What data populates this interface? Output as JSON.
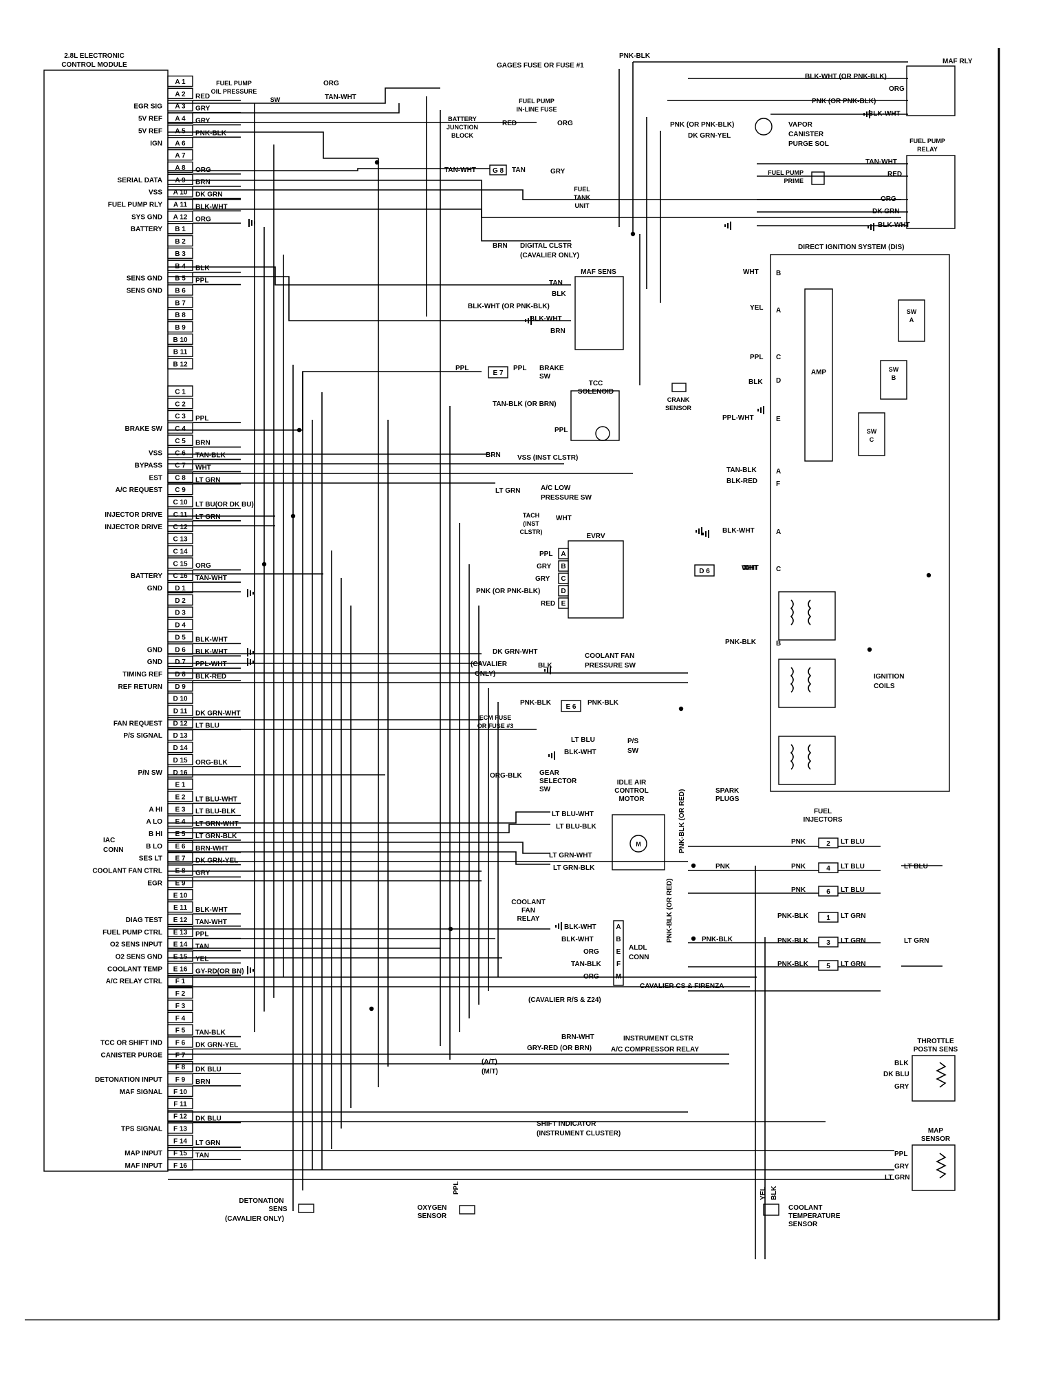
{
  "ecm": {
    "title": [
      "2.8L ELECTRONIC",
      "CONTROL MODULE"
    ],
    "rows": [
      {
        "pin": "A 1",
        "func": "",
        "wire": ""
      },
      {
        "pin": "A 2",
        "func": "",
        "wire": "RED"
      },
      {
        "pin": "A 3",
        "func": "EGR SIG",
        "wire": "GRY"
      },
      {
        "pin": "A 4",
        "func": "5V REF",
        "wire": "GRY"
      },
      {
        "pin": "A 5",
        "func": "5V REF",
        "wire": "PNK-BLK"
      },
      {
        "pin": "A 6",
        "func": "IGN",
        "wire": ""
      },
      {
        "pin": "A 7",
        "func": "",
        "wire": ""
      },
      {
        "pin": "A 8",
        "func": "",
        "wire": "ORG"
      },
      {
        "pin": "A 9",
        "func": "SERIAL DATA",
        "wire": "BRN"
      },
      {
        "pin": "A 10",
        "func": "VSS",
        "wire": "DK GRN"
      },
      {
        "pin": "A 11",
        "func": "FUEL PUMP RLY",
        "wire": "BLK-WHT"
      },
      {
        "pin": "A 12",
        "func": "SYS GND",
        "wire": "ORG"
      },
      {
        "pin": "B 1",
        "func": "BATTERY",
        "wire": ""
      },
      {
        "pin": "B 2",
        "func": "",
        "wire": ""
      },
      {
        "pin": "B 3",
        "func": "",
        "wire": ""
      },
      {
        "pin": "B 4",
        "func": "",
        "wire": "BLK"
      },
      {
        "pin": "B 5",
        "func": "SENS GND",
        "wire": "PPL"
      },
      {
        "pin": "B 6",
        "func": "SENS GND",
        "wire": ""
      },
      {
        "pin": "B 7",
        "func": "",
        "wire": ""
      },
      {
        "pin": "B 8",
        "func": "",
        "wire": ""
      },
      {
        "pin": "B 9",
        "func": "",
        "wire": ""
      },
      {
        "pin": "B 10",
        "func": "",
        "wire": ""
      },
      {
        "pin": "B 11",
        "func": "",
        "wire": ""
      },
      {
        "pin": "B 12",
        "func": "",
        "wire": ""
      },
      {
        "pin": "C 1",
        "func": "",
        "wire": ""
      },
      {
        "pin": "C 2",
        "func": "",
        "wire": ""
      },
      {
        "pin": "C 3",
        "func": "",
        "wire": "PPL"
      },
      {
        "pin": "C 4",
        "func": "BRAKE SW",
        "wire": ""
      },
      {
        "pin": "C 5",
        "func": "",
        "wire": "BRN"
      },
      {
        "pin": "C 6",
        "func": "VSS",
        "wire": "TAN-BLK"
      },
      {
        "pin": "C 7",
        "func": "BYPASS",
        "wire": "WHT"
      },
      {
        "pin": "C 8",
        "func": "EST",
        "wire": "LT GRN"
      },
      {
        "pin": "C 9",
        "func": "A/C REQUEST",
        "wire": ""
      },
      {
        "pin": "C 10",
        "func": "",
        "wire": "LT BU(OR DK BU)"
      },
      {
        "pin": "C 11",
        "func": "INJECTOR DRIVE",
        "wire": "LT GRN"
      },
      {
        "pin": "C 12",
        "func": "INJECTOR DRIVE",
        "wire": ""
      },
      {
        "pin": "C 13",
        "func": "",
        "wire": ""
      },
      {
        "pin": "C 14",
        "func": "",
        "wire": ""
      },
      {
        "pin": "C 15",
        "func": "",
        "wire": "ORG"
      },
      {
        "pin": "C 16",
        "func": "BATTERY",
        "wire": "TAN-WHT"
      },
      {
        "pin": "D 1",
        "func": "GND",
        "wire": ""
      },
      {
        "pin": "D 2",
        "func": "",
        "wire": ""
      },
      {
        "pin": "D 3",
        "func": "",
        "wire": ""
      },
      {
        "pin": "D 4",
        "func": "",
        "wire": ""
      },
      {
        "pin": "D 5",
        "func": "",
        "wire": "BLK-WHT"
      },
      {
        "pin": "D 6",
        "func": "GND",
        "wire": "BLK-WHT"
      },
      {
        "pin": "D 7",
        "func": "GND",
        "wire": "PPL-WHT"
      },
      {
        "pin": "D 8",
        "func": "TIMING REF",
        "wire": "BLK-RED"
      },
      {
        "pin": "D 9",
        "func": "REF RETURN",
        "wire": ""
      },
      {
        "pin": "D 10",
        "func": "",
        "wire": ""
      },
      {
        "pin": "D 11",
        "func": "",
        "wire": "DK GRN-WHT"
      },
      {
        "pin": "D 12",
        "func": "FAN REQUEST",
        "wire": "LT BLU"
      },
      {
        "pin": "D 13",
        "func": "P/S SIGNAL",
        "wire": ""
      },
      {
        "pin": "D 14",
        "func": "",
        "wire": ""
      },
      {
        "pin": "D 15",
        "func": "",
        "wire": "ORG-BLK"
      },
      {
        "pin": "D 16",
        "func": "P/N SW",
        "wire": ""
      },
      {
        "pin": "E 1",
        "func": "",
        "wire": ""
      },
      {
        "pin": "E 2",
        "func": "",
        "wire": "LT BLU-WHT"
      },
      {
        "pin": "E 3",
        "func": "A HI",
        "wire": "LT BLU-BLK"
      },
      {
        "pin": "E 4",
        "func": "A LO",
        "wire": "LT GRN-WHT"
      },
      {
        "pin": "E 5",
        "func": "B HI",
        "wire": "LT GRN-BLK"
      },
      {
        "pin": "E 6",
        "func": "B LO",
        "wire": "BRN-WHT"
      },
      {
        "pin": "E 7",
        "func": "SES LT",
        "wire": "DK GRN-YEL"
      },
      {
        "pin": "E 8",
        "func": "COOLANT FAN CTRL",
        "wire": "GRY"
      },
      {
        "pin": "E 9",
        "func": "EGR",
        "wire": ""
      },
      {
        "pin": "E 10",
        "func": "",
        "wire": ""
      },
      {
        "pin": "E 11",
        "func": "",
        "wire": "BLK-WHT"
      },
      {
        "pin": "E 12",
        "func": "DIAG TEST",
        "wire": "TAN-WHT"
      },
      {
        "pin": "E 13",
        "func": "FUEL PUMP CTRL",
        "wire": "PPL"
      },
      {
        "pin": "E 14",
        "func": "O2 SENS INPUT",
        "wire": "TAN"
      },
      {
        "pin": "E 15",
        "func": "O2 SENS GND",
        "wire": "YEL"
      },
      {
        "pin": "E 16",
        "func": "COOLANT TEMP",
        "wire": "GY-RD(OR BN)"
      },
      {
        "pin": "F 1",
        "func": "A/C RELAY CTRL",
        "wire": ""
      },
      {
        "pin": "F 2",
        "func": "",
        "wire": ""
      },
      {
        "pin": "F 3",
        "func": "",
        "wire": ""
      },
      {
        "pin": "F 4",
        "func": "",
        "wire": ""
      },
      {
        "pin": "F 5",
        "func": "",
        "wire": "TAN-BLK"
      },
      {
        "pin": "F 6",
        "func": "TCC OR SHIFT IND",
        "wire": "DK GRN-YEL"
      },
      {
        "pin": "F 7",
        "func": "CANISTER PURGE",
        "wire": ""
      },
      {
        "pin": "F 8",
        "func": "",
        "wire": "DK BLU"
      },
      {
        "pin": "F 9",
        "func": "DETONATION INPUT",
        "wire": "BRN"
      },
      {
        "pin": "F 10",
        "func": "MAF SIGNAL",
        "wire": ""
      },
      {
        "pin": "F 11",
        "func": "",
        "wire": ""
      },
      {
        "pin": "F 12",
        "func": "",
        "wire": "DK BLU"
      },
      {
        "pin": "F 13",
        "func": "TPS SIGNAL",
        "wire": ""
      },
      {
        "pin": "F 14",
        "func": "",
        "wire": "LT GRN"
      },
      {
        "pin": "F 15",
        "func": "MAP INPUT",
        "wire": "TAN"
      },
      {
        "pin": "F 16",
        "func": "MAF INPUT",
        "wire": ""
      }
    ],
    "iac_label": [
      "IAC",
      "CONN"
    ]
  },
  "labels": {
    "gages_fuse": "GAGES FUSE OR FUSE #1",
    "gages_wire": "PNK-BLK",
    "fuel_pump_oil": [
      "FUEL PUMP",
      "OIL PRESSURE",
      "SW"
    ],
    "fp_org": "ORG",
    "fp_tanwht": "TAN-WHT",
    "inline_fuse": [
      "FUEL PUMP",
      "IN-LINE FUSE"
    ],
    "battery_jb": [
      "BATTERY",
      "JUNCTION",
      "BLOCK"
    ],
    "jb_red": "RED",
    "jb_org": "ORG",
    "g8_left": "TAN-WHT",
    "g8_pin": "G 8",
    "g8_right": "TAN",
    "fuel_gry": "GRY",
    "fuel_tank": [
      "FUEL",
      "TANK",
      "UNIT"
    ],
    "digital_clstr": [
      "DIGITAL CLSTR",
      "(CAVALIER ONLY)"
    ],
    "digital_brn": "BRN",
    "maf_rly": "MAF RLY",
    "maf_rly_wires": [
      "BLK-WHT (OR PNK-BLK)",
      "ORG",
      "PNK (OR PNK-BLK)",
      "BLK-WHT"
    ],
    "vapor": [
      "VAPOR",
      "CANISTER",
      "PURGE SOL"
    ],
    "vapor_wires": [
      "PNK (OR PNK-BLK)",
      "DK GRN-YEL"
    ],
    "fp_relay": [
      "FUEL PUMP",
      "RELAY"
    ],
    "fp_relay_wires": [
      "TAN-WHT",
      "RED",
      "ORG",
      "DK GRN",
      "BLK-WHT"
    ],
    "fp_prime": [
      "FUEL PUMP",
      "PRIME"
    ],
    "maf_sens": "MAF SENS",
    "maf_sens_wires": [
      "TAN",
      "BLK",
      "BLK-WHT (OR PNK-BLK)",
      "BLK-WHT",
      "BRN"
    ],
    "dis": "DIRECT IGNITION SYSTEM (DIS)",
    "dis_wires": [
      "WHT",
      "YEL",
      "PPL",
      "BLK",
      "PPL-WHT",
      "TAN-BLK",
      "BLK-RED",
      "BLK-WHT",
      "WHT",
      "PNK-BLK"
    ],
    "dis_pins": [
      "B",
      "A",
      "C",
      "D",
      "E",
      "A",
      "F",
      "A",
      "C",
      "B"
    ],
    "amp": "AMP",
    "sw_a": [
      "SW",
      "A"
    ],
    "sw_b": [
      "SW",
      "B"
    ],
    "sw_c": [
      "SW",
      "C"
    ],
    "crank": [
      "CRANK",
      "SENSOR"
    ],
    "brake_sw": [
      "BRAKE",
      "SW"
    ],
    "e7_ppl_l": "PPL",
    "e7_pin": "E 7",
    "e7_ppl_r": "PPL",
    "tcc": [
      "TCC",
      "SOLENOID"
    ],
    "tcc_wires": [
      "TAN-BLK (OR BRN)",
      "PPL"
    ],
    "vss_inst": "VSS (INST CLSTR)",
    "vss_brn": "BRN",
    "ac_low": [
      "A/C LOW",
      "PRESSURE SW"
    ],
    "ac_ltgrn": "LT GRN",
    "tach": [
      "TACH",
      "(INST",
      "CLSTR)"
    ],
    "tach_wht": "WHT",
    "evrv": "EVRV",
    "evrv_wires": [
      "PPL",
      "GRY",
      "GRY",
      "PNK (OR PNK-BLK)",
      "RED"
    ],
    "evrv_pins": [
      "A",
      "B",
      "C",
      "D",
      "E"
    ],
    "d6_pin": "D 6",
    "d6_wht": "WHT",
    "coolant_fan_sw": [
      "COOLANT FAN",
      "PRESSURE SW"
    ],
    "cavalier_only": [
      "(CAVALIER",
      "ONLY)"
    ],
    "cf_wires": [
      "DK GRN-WHT",
      "BLK"
    ],
    "ecm_fuse": [
      "ECM FUSE",
      "OR FUSE #3"
    ],
    "e6_left": "PNK-BLK",
    "e6_pin": "E 6",
    "e6_right": "PNK-BLK",
    "ign_coils": [
      "IGNITION",
      "COILS"
    ],
    "ps_sw": [
      "P/S",
      "SW"
    ],
    "ps_wires": [
      "LT BLU",
      "BLK-WHT"
    ],
    "gear_sel": [
      "GEAR",
      "SELECTOR",
      "SW"
    ],
    "gear_wire": "ORG-BLK",
    "iac_motor": [
      "IDLE AIR",
      "CONTROL",
      "MOTOR"
    ],
    "iac_wires": [
      "LT BLU-WHT",
      "LT BLU-BLK",
      "LT GRN-WHT",
      "LT GRN-BLK"
    ],
    "spark": [
      "SPARK",
      "PLUGS"
    ],
    "fuel_inj": [
      "FUEL",
      "INJECTORS"
    ],
    "inj_pnk": "PNK",
    "inj_pnkblk": "PNK-BLK",
    "inj_ltblu": "LT BLU",
    "inj_ltgrn": "LT GRN",
    "inj_nums": [
      "2",
      "4",
      "6",
      "1",
      "3",
      "5"
    ],
    "vert_pnkblk1": "PNK-BLK (OR RED)",
    "vert_pnkblk2": "PNK-BLK (OR RED)",
    "coolant_fan_relay": [
      "COOLANT",
      "FAN",
      "RELAY"
    ],
    "aldl": [
      "ALDL",
      "CONN"
    ],
    "aldl_wires": [
      "BLK-WHT",
      "BLK-WHT",
      "ORG",
      "TAN-BLK",
      "ORG"
    ],
    "aldl_pins": [
      "A",
      "B",
      "E",
      "F",
      "M"
    ],
    "cavalier_cs": "CAVALIER CS & FIRENZA",
    "cavalier_rs": "(CAVALIER R/S & Z24)",
    "inst_clstr": "INSTRUMENT CLSTR",
    "inst_wire": "BRN-WHT",
    "ac_comp": "A/C COMPRESSOR RELAY",
    "ac_comp_wire": "GRY-RED (OR BRN)",
    "at": "(A/T)",
    "mt": "(M/T)",
    "shift_ind": [
      "SHIFT INDICATOR",
      "(INSTRUMENT CLUSTER)"
    ],
    "tps": [
      "THROTTLE",
      "POSTN SENS"
    ],
    "tps_wires": [
      "BLK",
      "DK BLU",
      "GRY"
    ],
    "map": [
      "MAP",
      "SENSOR"
    ],
    "map_wires": [
      "PPL",
      "GRY",
      "LT GRN"
    ],
    "det_sens": [
      "DETONATION",
      "SENS",
      "(CAVALIER ONLY)"
    ],
    "o2": [
      "OXYGEN",
      "SENSOR"
    ],
    "o2_wire": "PPL",
    "cts": [
      "COOLANT",
      "TEMPERATURE",
      "SENSOR"
    ],
    "cts_wires": [
      "YEL",
      "BLK"
    ]
  }
}
